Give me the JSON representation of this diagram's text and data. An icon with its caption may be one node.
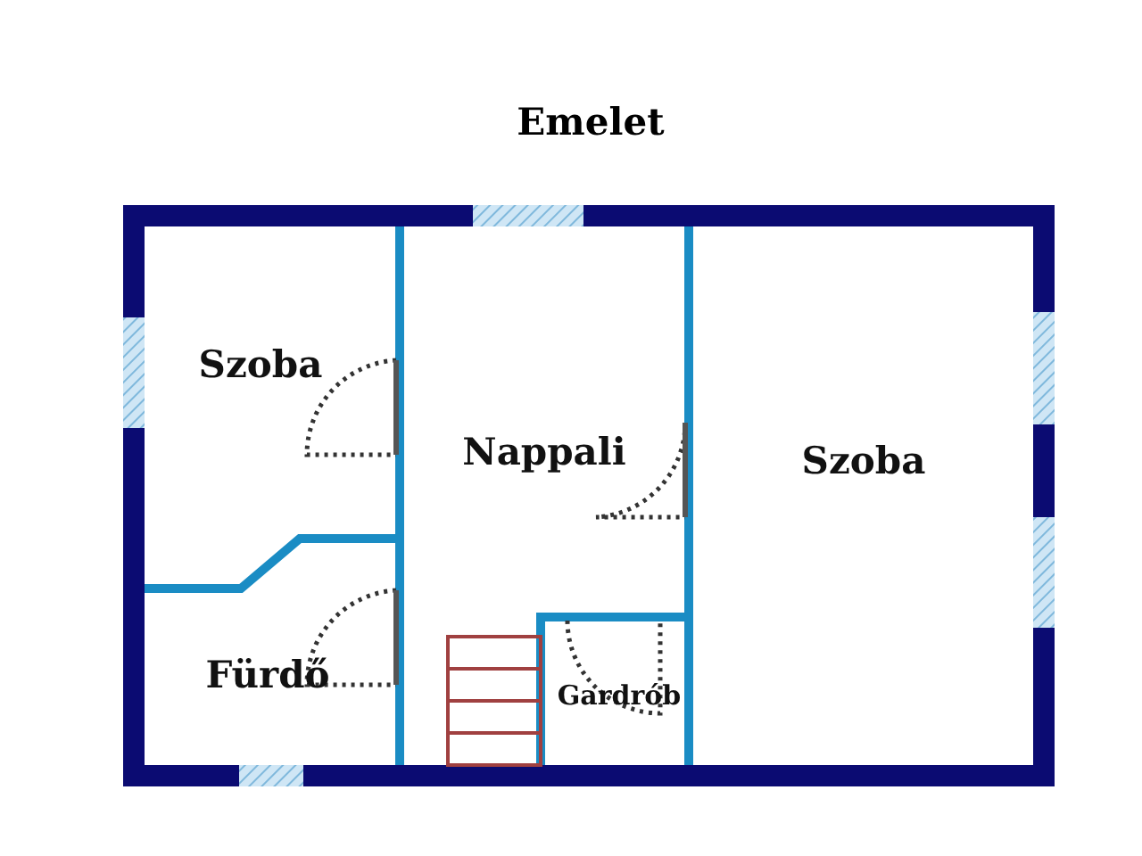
{
  "diagram": {
    "title": "Emelet",
    "nodes": [
      {
        "text": [
          "Szoba"
        ]
      },
      {
        "text": [
          "Nappali"
        ]
      },
      {
        "text": [
          "Szoba"
        ]
      },
      {
        "text": [
          "Fürdő"
        ]
      },
      {
        "text": [
          "Gardrób"
        ]
      }
    ]
  }
}
